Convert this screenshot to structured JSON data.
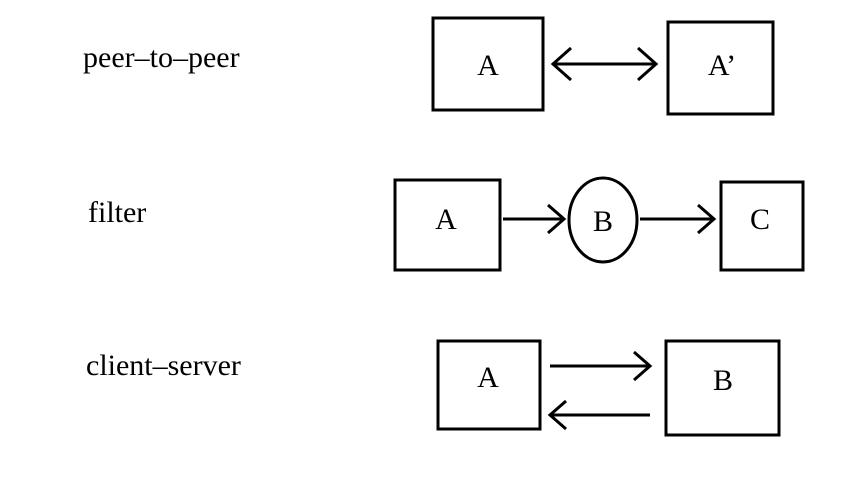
{
  "rows": [
    {
      "label": "peer–to–peer",
      "nodes": [
        {
          "text": "A",
          "shape": "box"
        },
        {
          "text": "A’",
          "shape": "box"
        }
      ],
      "connection": "bidirectional"
    },
    {
      "label": "filter",
      "nodes": [
        {
          "text": "A",
          "shape": "box"
        },
        {
          "text": "B",
          "shape": "circle"
        },
        {
          "text": "C",
          "shape": "box"
        }
      ],
      "connection": "chain-right"
    },
    {
      "label": "client–server",
      "nodes": [
        {
          "text": "A",
          "shape": "box"
        },
        {
          "text": "B",
          "shape": "box"
        }
      ],
      "connection": "request-response"
    }
  ],
  "colors": {
    "background": "#ffffff",
    "stroke": "#000000",
    "text": "#000000"
  }
}
